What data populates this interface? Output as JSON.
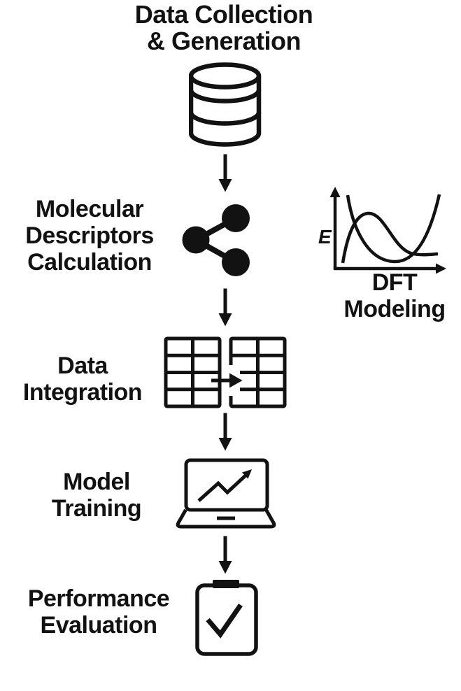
{
  "colors": {
    "ink": "#121212",
    "background": "#ffffff"
  },
  "steps": [
    {
      "id": "data-collection",
      "icon": "database-icon",
      "lines": [
        "Data Collection",
        "& Generation"
      ]
    },
    {
      "id": "molecular-descriptors",
      "icon": "share-nodes-icon",
      "lines": [
        "Molecular",
        "Descriptors",
        "Calculation"
      ]
    },
    {
      "id": "data-integration",
      "icon": "tables-merge-icon",
      "lines": [
        "Data",
        "Integration"
      ]
    },
    {
      "id": "model-training",
      "icon": "laptop-chart-icon",
      "lines": [
        "Model",
        "Training"
      ]
    },
    {
      "id": "performance-evaluation",
      "icon": "clipboard-check-icon",
      "lines": [
        "Performance",
        "Evaluation"
      ]
    }
  ],
  "side_panel": {
    "id": "dft-modeling",
    "icon": "energy-plot-icon",
    "axis_label": "E",
    "lines": [
      "DFT",
      "Modeling"
    ]
  }
}
